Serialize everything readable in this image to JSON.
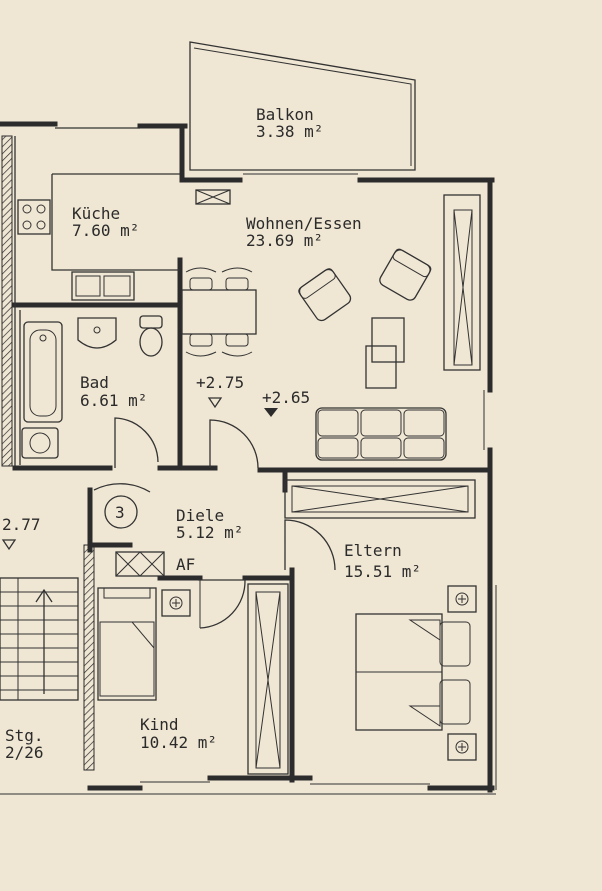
{
  "rooms": {
    "balkon": {
      "name": "Balkon",
      "area": "3.38 m²"
    },
    "kueche": {
      "name": "Küche",
      "area": "7.60 m²"
    },
    "wohnen": {
      "name": "Wohnen/Essen",
      "area": "23.69 m²"
    },
    "bad": {
      "name": "Bad",
      "area": "6.61 m²"
    },
    "diele": {
      "name": "Diele",
      "area": "5.12 m²"
    },
    "eltern": {
      "name": "Eltern",
      "area": "15.51 m²"
    },
    "kind": {
      "name": "Kind",
      "area": "10.42 m²"
    },
    "stg": {
      "name": "Stg.",
      "area": "2/26"
    }
  },
  "levels": {
    "diele": "+2.75",
    "wohnen": "+2.65",
    "stair": "2.77"
  },
  "unit_number": "3",
  "af_label": "AF"
}
